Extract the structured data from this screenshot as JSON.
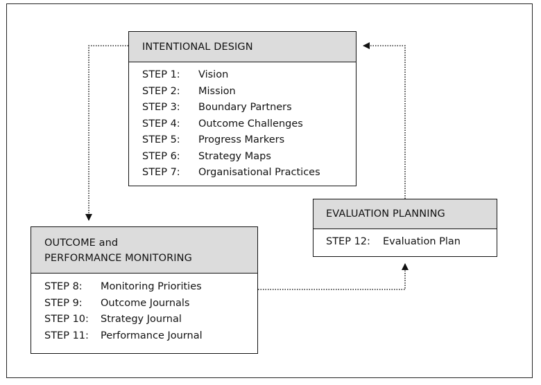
{
  "intentional_design": {
    "title": "INTENTIONAL DESIGN",
    "steps": [
      {
        "step": "STEP 1:",
        "label": "Vision"
      },
      {
        "step": "STEP 2:",
        "label": "Mission"
      },
      {
        "step": "STEP 3:",
        "label": "Boundary Partners"
      },
      {
        "step": "STEP 4:",
        "label": "Outcome Challenges"
      },
      {
        "step": "STEP 5:",
        "label": "Progress Markers"
      },
      {
        "step": "STEP 6:",
        "label": "Strategy Maps"
      },
      {
        "step": "STEP 7:",
        "label": "Organisational Practices"
      }
    ]
  },
  "outcome_monitoring": {
    "title_line1": "OUTCOME and",
    "title_line2": "PERFORMANCE MONITORING",
    "steps": [
      {
        "step": "STEP 8:",
        "label": "Monitoring Priorities"
      },
      {
        "step": "STEP 9:",
        "label": "Outcome Journals"
      },
      {
        "step": "STEP 10:",
        "label": "Strategy Journal"
      },
      {
        "step": "STEP 11:",
        "label": "Performance Journal"
      }
    ]
  },
  "evaluation_planning": {
    "title": "EVALUATION PLANNING",
    "steps": [
      {
        "step": "STEP 12:",
        "label": "Evaluation Plan"
      }
    ]
  },
  "colors": {
    "header_fill": "#dcdcdc",
    "border": "#111111",
    "connector": "#222222"
  }
}
